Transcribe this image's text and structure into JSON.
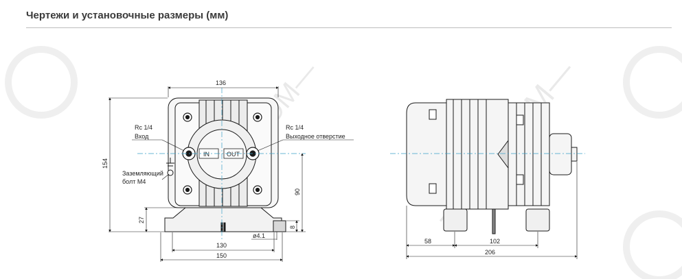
{
  "header": {
    "title": "Чертежи и установочные размеры (мм)"
  },
  "front_view": {
    "dims": {
      "width_top": "136",
      "height_total": "154",
      "height_to_axis": "90",
      "base_height": "27",
      "foot_height": "8",
      "hole_dia": "ø4.1",
      "mount_spacing": "130",
      "base_width": "150"
    },
    "labels": {
      "inlet_spec": "Rc 1/4",
      "inlet_name": "Вход",
      "outlet_spec": "Rc 1/4",
      "outlet_name": "Выходное отверстие",
      "ground_line1": "Заземляющий",
      "ground_line2": "болт M4",
      "port_in": "IN",
      "port_out": "OUT"
    }
  },
  "side_view": {
    "dims": {
      "offset_left": "58",
      "foot_spacing": "102",
      "length_total": "206"
    }
  },
  "colors": {
    "line": "#1a1a1a",
    "dim_line": "#3aa0c8",
    "fill_body": "#f4f4f4"
  }
}
